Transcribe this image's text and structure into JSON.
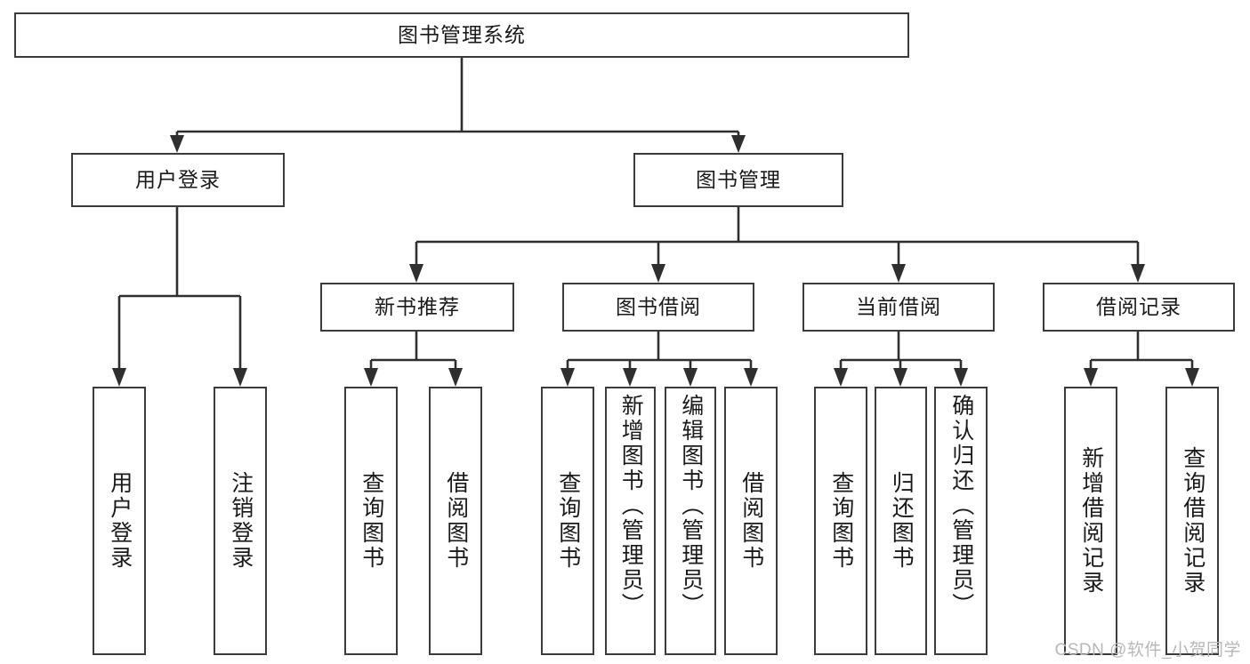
{
  "diagram": {
    "type": "tree-hierarchy-chart",
    "title": "图书管理系统",
    "watermark": "CSDN @软件_小贺同学",
    "colors": {
      "box_border": "#3b3b3b",
      "line": "#2f2f2f",
      "background": "#ffffff",
      "text": "#1a1a1a",
      "watermark": "#b8b8b8"
    }
  },
  "nodes": {
    "root": {
      "label": "图书管理系统"
    },
    "level2": [
      {
        "id": "user-login",
        "label": "用户登录"
      },
      {
        "id": "book-manage",
        "label": "图书管理"
      }
    ],
    "level3": [
      {
        "id": "new-book-recommend",
        "label": "新书推荐"
      },
      {
        "id": "book-borrow",
        "label": "图书借阅"
      },
      {
        "id": "current-borrow",
        "label": "当前借阅"
      },
      {
        "id": "borrow-record",
        "label": "借阅记录"
      }
    ],
    "leaves": [
      {
        "id": "leaf-user-login",
        "label": "用户登录",
        "parent": "user-login",
        "centered": true
      },
      {
        "id": "leaf-logout-login",
        "label": "注销登录",
        "parent": "user-login",
        "centered": true
      },
      {
        "id": "leaf-query-book-1",
        "label": "查询图书",
        "parent": "new-book-recommend",
        "centered": true
      },
      {
        "id": "leaf-borrow-book-1",
        "label": "借阅图书",
        "parent": "new-book-recommend",
        "centered": true
      },
      {
        "id": "leaf-query-book-2",
        "label": "查询图书",
        "parent": "book-borrow",
        "centered": true
      },
      {
        "id": "leaf-add-book-admin",
        "label": "新增图书（管理员）",
        "parent": "book-borrow",
        "centered": false
      },
      {
        "id": "leaf-edit-book-admin",
        "label": "编辑图书（管理员）",
        "parent": "book-borrow",
        "centered": false
      },
      {
        "id": "leaf-borrow-book-2",
        "label": "借阅图书",
        "parent": "book-borrow",
        "centered": true
      },
      {
        "id": "leaf-query-book-3",
        "label": "查询图书",
        "parent": "current-borrow",
        "centered": true
      },
      {
        "id": "leaf-return-book",
        "label": "归还图书",
        "parent": "current-borrow",
        "centered": true
      },
      {
        "id": "leaf-confirm-return-admin",
        "label": "确认归还（管理员）",
        "parent": "current-borrow",
        "centered": false
      },
      {
        "id": "leaf-add-borrow-record",
        "label": "新增借阅记录",
        "parent": "borrow-record",
        "centered": true
      },
      {
        "id": "leaf-query-borrow-record",
        "label": "查询借阅记录",
        "parent": "borrow-record",
        "centered": true
      }
    ]
  }
}
